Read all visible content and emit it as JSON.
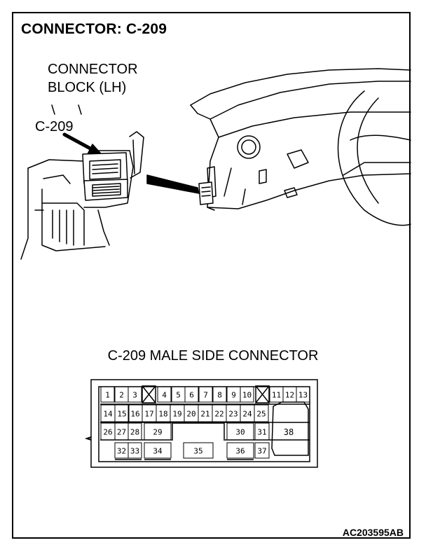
{
  "title": "CONNECTOR: C-209",
  "connector_block_label": [
    "CONNECTOR",
    "BLOCK (LH)"
  ],
  "callout": "C-209",
  "connector_title": "C-209 MALE SIDE CONNECTOR",
  "figure_code": "AC203595AB",
  "pins": {
    "row1": [
      "1",
      "2",
      "3",
      "4",
      "5",
      "6",
      "7",
      "8",
      "9",
      "10",
      "11",
      "12",
      "13"
    ],
    "row2": [
      "14",
      "15",
      "16",
      "17",
      "18",
      "19",
      "20",
      "21",
      "22",
      "23",
      "24",
      "25"
    ],
    "row3": [
      "26",
      "27",
      "28",
      "29",
      "30",
      "31"
    ],
    "row4": [
      "32",
      "33",
      "34",
      "35",
      "36",
      "37"
    ],
    "large": "38"
  }
}
